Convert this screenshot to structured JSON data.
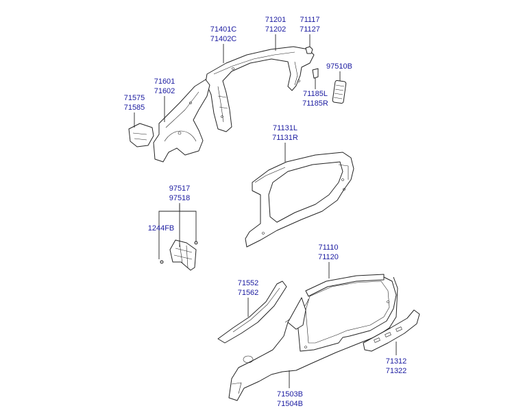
{
  "labels": {
    "p71401": [
      "71401C",
      "71402C"
    ],
    "p71201": [
      "71201",
      "71202"
    ],
    "p71117": [
      "71117",
      "71127"
    ],
    "p97510": [
      "97510B"
    ],
    "p71185": [
      "71185L",
      "71185R"
    ],
    "p71601": [
      "71601",
      "71602"
    ],
    "p71575": [
      "71575",
      "71585"
    ],
    "p71131": [
      "71131L",
      "71131R"
    ],
    "p97517": [
      "97517",
      "97518"
    ],
    "p1244": [
      "1244FB"
    ],
    "p71110": [
      "71110",
      "71120"
    ],
    "p71552": [
      "71552",
      "71562"
    ],
    "p71312": [
      "71312",
      "71322"
    ],
    "p71503": [
      "71503B",
      "71504B"
    ]
  },
  "colors": {
    "label": "#1a1aa0",
    "line": "#222222"
  }
}
